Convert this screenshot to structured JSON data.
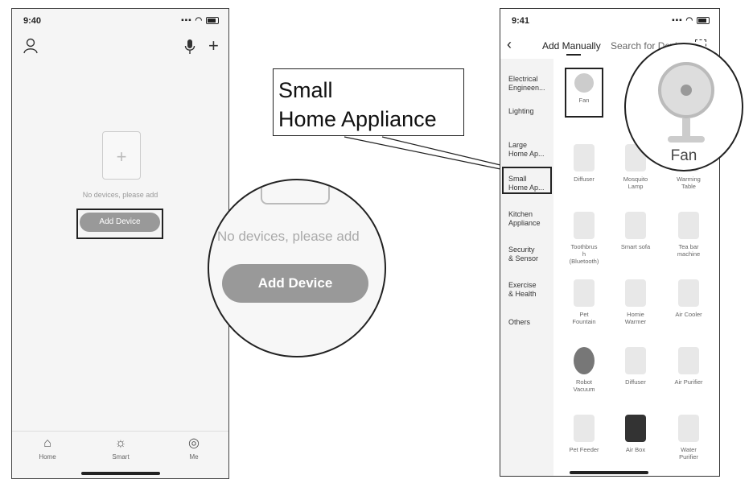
{
  "left_phone": {
    "status_time": "9:40",
    "empty_text": "No devices, please add",
    "add_button": "Add Device",
    "tabs": [
      {
        "icon": "home-icon",
        "label": "Home"
      },
      {
        "icon": "sun-icon",
        "label": "Smart"
      },
      {
        "icon": "profile-icon",
        "label": "Me"
      }
    ]
  },
  "zoom_left": {
    "empty_text": "No devices, please add",
    "add_button": "Add Device"
  },
  "callout": {
    "line1": "Small",
    "line2": "Home Appliance"
  },
  "right_phone": {
    "status_time": "9:41",
    "tab_manual": "Add Manually",
    "tab_search": "Search for Devi",
    "categories": [
      "Electrical\nEngineen...",
      "Lighting",
      "Large\nHome Ap...",
      "Small\nHome Ap...",
      "Kitchen\nAppliance",
      "Security\n& Sensor",
      "Exercise\n& Health",
      "Others"
    ],
    "selected_category": "Small Home Ap...",
    "devices": [
      {
        "label": "Fan"
      },
      {
        "label": "Diffuser"
      },
      {
        "label": "Mosquito\nLamp"
      },
      {
        "label": "Warming\nTable"
      },
      {
        "label": "Toothbrus\nh\n(Bluetooth)"
      },
      {
        "label": "Smart sofa"
      },
      {
        "label": "Tea bar\nmachine"
      },
      {
        "label": "Pet\nFountain"
      },
      {
        "label": "Homie\nWarmer"
      },
      {
        "label": "Air Cooler"
      },
      {
        "label": "Robot\nVacuum"
      },
      {
        "label": "Diffuser"
      },
      {
        "label": "Air Purifier"
      },
      {
        "label": "Pet Feeder"
      },
      {
        "label": "Air Box"
      },
      {
        "label": "Water\nPurifier"
      }
    ]
  },
  "zoom_right": {
    "label": "Fan"
  }
}
